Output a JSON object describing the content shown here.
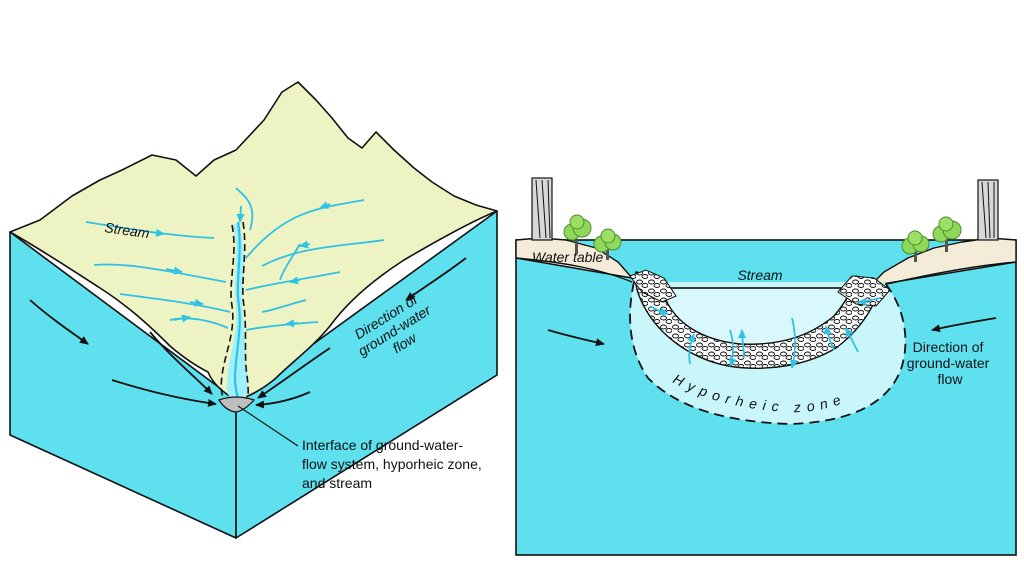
{
  "colors": {
    "groundwater": "#5ee0ef",
    "land": "#eef3c4",
    "stream": "#9ff0fb",
    "hyporheic": "#c9f6fb",
    "flow_arrow": "#2fc2e4",
    "bank": "#f4ecd8",
    "tree": "#8fd85a",
    "outline": "#111111"
  },
  "left_diagram": {
    "stream_label": "Stream",
    "direction_label": [
      "Direction of",
      "ground-water",
      "flow"
    ],
    "interface_label": [
      "Interface of ground-water-",
      "flow system, hyporheic zone,",
      "and stream"
    ]
  },
  "right_diagram": {
    "water_table_label": "Water table",
    "stream_label": "Stream",
    "direction_label": [
      "Direction of",
      "ground-water",
      "flow"
    ],
    "hyporheic_label": "Hyporheic zone"
  }
}
